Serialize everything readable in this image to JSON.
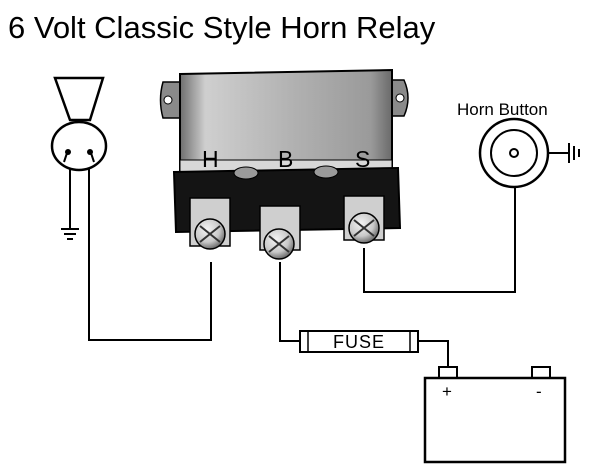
{
  "title": "6 Volt Classic Style Horn Relay",
  "relay": {
    "terminal_h": "H",
    "terminal_b": "B",
    "terminal_s": "S"
  },
  "horn_button": {
    "label": "Horn Button"
  },
  "fuse": {
    "label": "FUSE"
  },
  "battery": {
    "positive": "+",
    "negative": "-"
  },
  "colors": {
    "line": "#000000",
    "relay_body": "#b8b8b8",
    "relay_shadow": "#7a7a7a",
    "base": "#1a1a1a",
    "screw": "#d9d9d9"
  }
}
